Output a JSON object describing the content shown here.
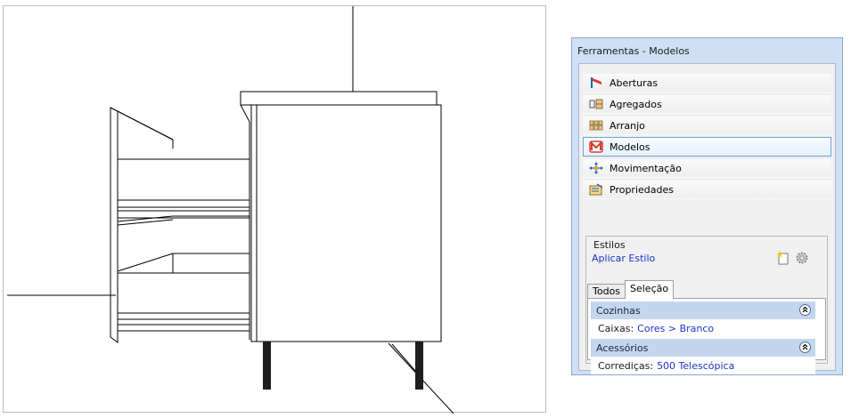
{
  "window": {
    "title": "Ferramentas - Modelos"
  },
  "commands": [
    {
      "label": "Aberturas",
      "icon": "aberturas-icon"
    },
    {
      "label": "Agregados",
      "icon": "agregados-icon"
    },
    {
      "label": "Arranjo",
      "icon": "arranjo-icon"
    },
    {
      "label": "Modelos",
      "icon": "modelos-icon",
      "selected": true
    },
    {
      "label": "Movimentação",
      "icon": "movimentacao-icon"
    },
    {
      "label": "Propriedades",
      "icon": "propriedades-icon"
    }
  ],
  "styles": {
    "legend": "Estilos",
    "apply_link": "Aplicar Estilo",
    "tabs": [
      "Todos",
      "Seleção"
    ],
    "active_tab": "Seleção",
    "sections": [
      {
        "title": "Cozinhas",
        "key": "Caixas:",
        "value": "Cores > Branco"
      },
      {
        "title": "Acessórios",
        "key": "Corrediças:",
        "value": "500 Telescópica"
      }
    ]
  },
  "colors": {
    "link": "#1d34c9",
    "section_header": "#c3d6ee",
    "window_frame": "#cfe0f5",
    "selected_border": "#6fa4d8"
  }
}
